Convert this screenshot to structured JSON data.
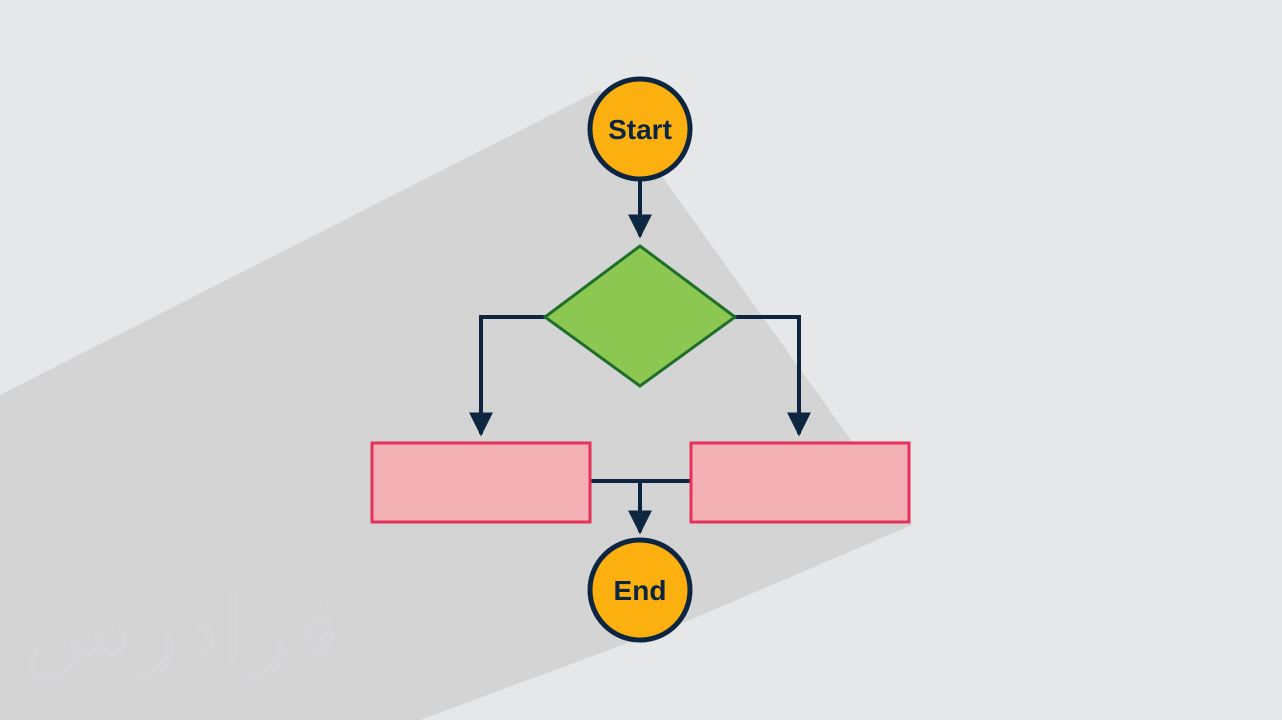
{
  "diagram": {
    "start_label": "Start",
    "end_label": "End",
    "decision_label": "",
    "process_left_label": "",
    "process_right_label": ""
  },
  "colors": {
    "background": "#e6e7e9",
    "shadow": "#d4d4d5",
    "terminal_fill": "#fbb00f",
    "terminal_stroke": "#0c2540",
    "decision_fill": "#8cc751",
    "decision_stroke": "#1e6f2c",
    "process_fill": "#f4b1b5",
    "process_stroke": "#e5325c",
    "connector": "#0c2540"
  },
  "watermark": {
    "text": "فرادرس"
  }
}
